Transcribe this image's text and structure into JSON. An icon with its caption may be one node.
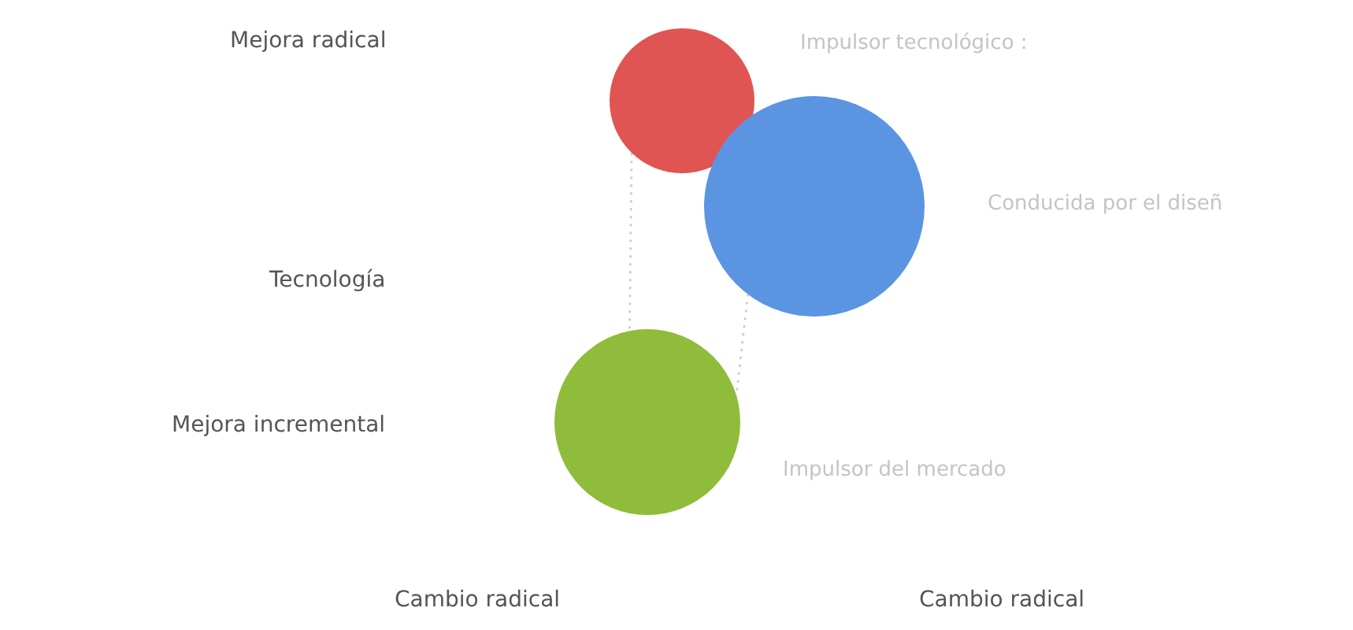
{
  "diagram": {
    "nodes": [
      {
        "text": [],
        "shape": "circle",
        "beside": [
          "Impulsor tecnológico :"
        ]
      },
      {
        "text": [],
        "shape": "circle",
        "beside": [
          "Conducida por el diseñ"
        ]
      },
      {
        "text": [],
        "shape": "circle",
        "beside": [
          "Impulsor del mercado"
        ]
      }
    ],
    "edges": [
      {
        "from": 0,
        "to": 2,
        "arrow": "none",
        "style": "dashed"
      },
      {
        "from": 2,
        "to": 1,
        "arrow": "none",
        "style": "dashed"
      }
    ],
    "labels": [
      "Mejora radical",
      "Tecnología",
      "Mejora incremental",
      "Cambio radical",
      "Cambio radical"
    ]
  }
}
